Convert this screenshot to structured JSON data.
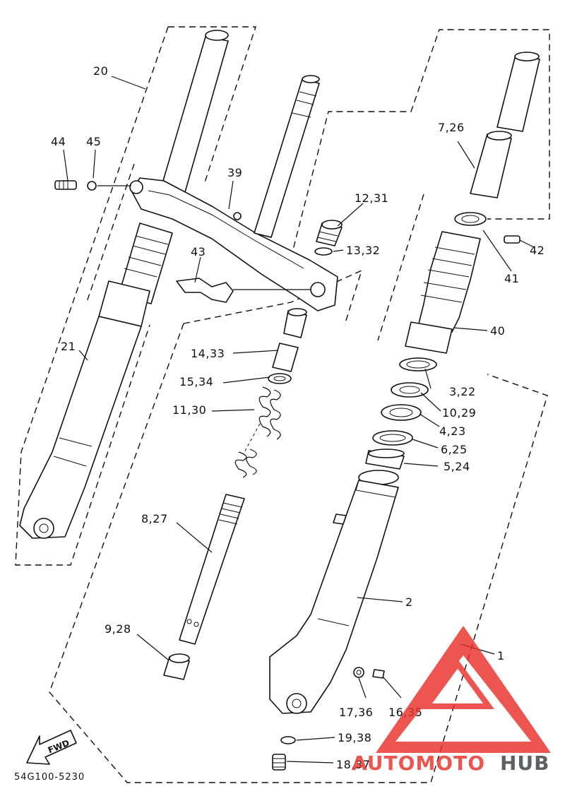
{
  "diagram": {
    "drawing_code": "54G100-5230",
    "fwd_label": "FWD",
    "labels": {
      "p20": "20",
      "p44": "44",
      "p45": "45",
      "p39": "39",
      "p12": "12,31",
      "p13": "13,32",
      "p43": "43",
      "p7": "7,26",
      "p42": "42",
      "p41": "41",
      "p40": "40",
      "p21": "21",
      "p14": "14,33",
      "p15": "15,34",
      "p11": "11,30",
      "p3": "3,22",
      "p10": "10,29",
      "p4": "4,23",
      "p6": "6,25",
      "p5": "5,24",
      "p8": "8,27",
      "p2": "2",
      "p9": "9,28",
      "p1": "1",
      "p17": "17,36",
      "p16": "16,35",
      "p19": "19,38",
      "p18": "18,37"
    }
  },
  "watermark": {
    "word_a": "AUTOMOTO",
    "word_b": "HUB",
    "colors": {
      "red": "#e8302a",
      "dark": "#3a3f45"
    }
  }
}
